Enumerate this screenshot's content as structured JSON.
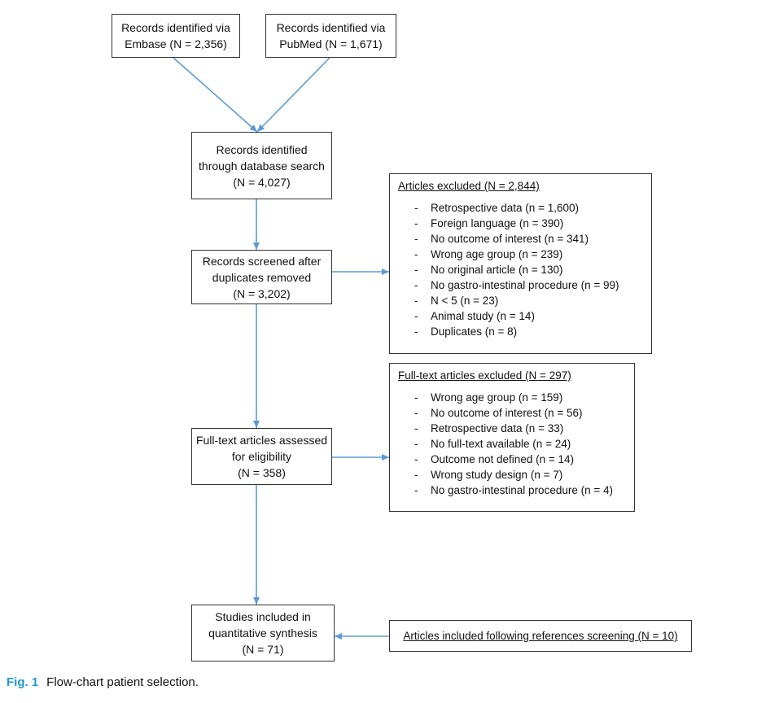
{
  "boxes": {
    "embase": [
      "Records identified via",
      "Embase  (N = 2,356)"
    ],
    "pubmed": [
      "Records identified via",
      "PubMed (N = 1,671)"
    ],
    "identified": [
      "Records identified",
      "through database search",
      "(N = 4,027)"
    ],
    "screened": [
      "Records screened after",
      "duplicates removed",
      "(N = 3,202)"
    ],
    "fulltext": [
      "Full-text articles assessed",
      "for eligibility",
      "(N = 358)"
    ],
    "included": [
      "Studies included in",
      "quantitative synthesis",
      "(N = 71)"
    ]
  },
  "excluded_articles": {
    "title": "Articles excluded (N = 2,844)",
    "items": [
      "Retrospective data (n = 1,600)",
      "Foreign language (n = 390)",
      "No outcome of interest (n = 341)",
      "Wrong age group (n = 239)",
      "No original article (n = 130)",
      "No gastro-intestinal procedure (n = 99)",
      "N < 5 (n = 23)",
      "Animal study (n = 14)",
      "Duplicates (n = 8)"
    ]
  },
  "excluded_fulltext": {
    "title": "Full-text articles excluded (N = 297)",
    "items": [
      "Wrong age group (n = 159)",
      "No outcome of interest (n = 56)",
      "Retrospective data (n = 33)",
      "No full-text available (n = 24)",
      "Outcome not defined (n = 14)",
      "Wrong study design (n = 7)",
      "No gastro-intestinal procedure (n = 4)"
    ]
  },
  "references": {
    "title": "Articles included following references screening (N = 10)"
  },
  "bullet": "-",
  "caption": {
    "label": "Fig. 1",
    "text": "Flow-chart patient selection."
  },
  "colors": {
    "arrow": "#5b9bd5",
    "caption_label": "#1a9ad6"
  }
}
